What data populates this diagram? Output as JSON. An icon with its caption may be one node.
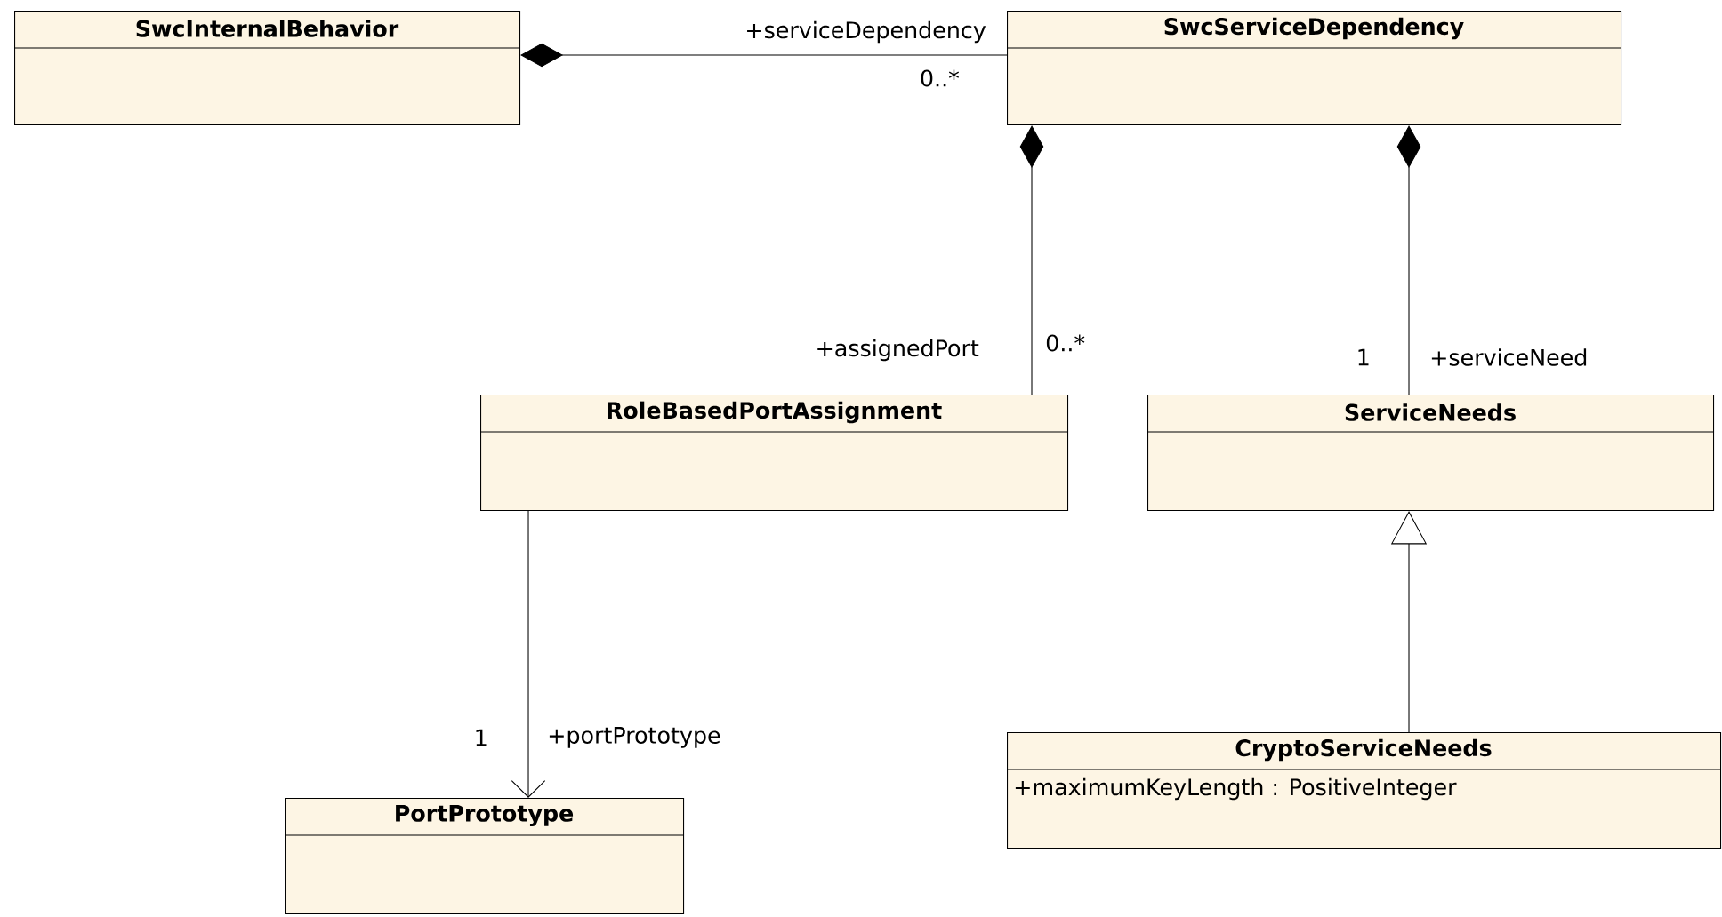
{
  "diagram": {
    "nodes": [
      {
        "text": [
          "SwcInternalBehavior"
        ]
      },
      {
        "text": [
          "SwcServiceDependency"
        ]
      },
      {
        "text": [
          "RoleBasedPortAssignment"
        ]
      },
      {
        "text": [
          "ServiceNeeds"
        ]
      },
      {
        "text": [
          "PortPrototype"
        ]
      },
      {
        "text": [
          "CryptoServiceNeeds",
          "+maximumKeyLength : PositiveInteger"
        ]
      }
    ],
    "edges": [
      {
        "from": 0,
        "to": 1,
        "arrow": "other",
        "label": "+serviceDependency"
      },
      {
        "from": 1,
        "to": 2,
        "arrow": "other",
        "label": "+assignedPort"
      },
      {
        "from": 1,
        "to": 3,
        "arrow": "other",
        "label": "+serviceNeed"
      },
      {
        "from": 2,
        "to": 4,
        "arrow": "to",
        "label": "+portPrototype"
      },
      {
        "from": 5,
        "to": 3,
        "arrow": "to"
      }
    ],
    "labels": [
      "0..*",
      "0..*",
      "1",
      "1"
    ]
  }
}
